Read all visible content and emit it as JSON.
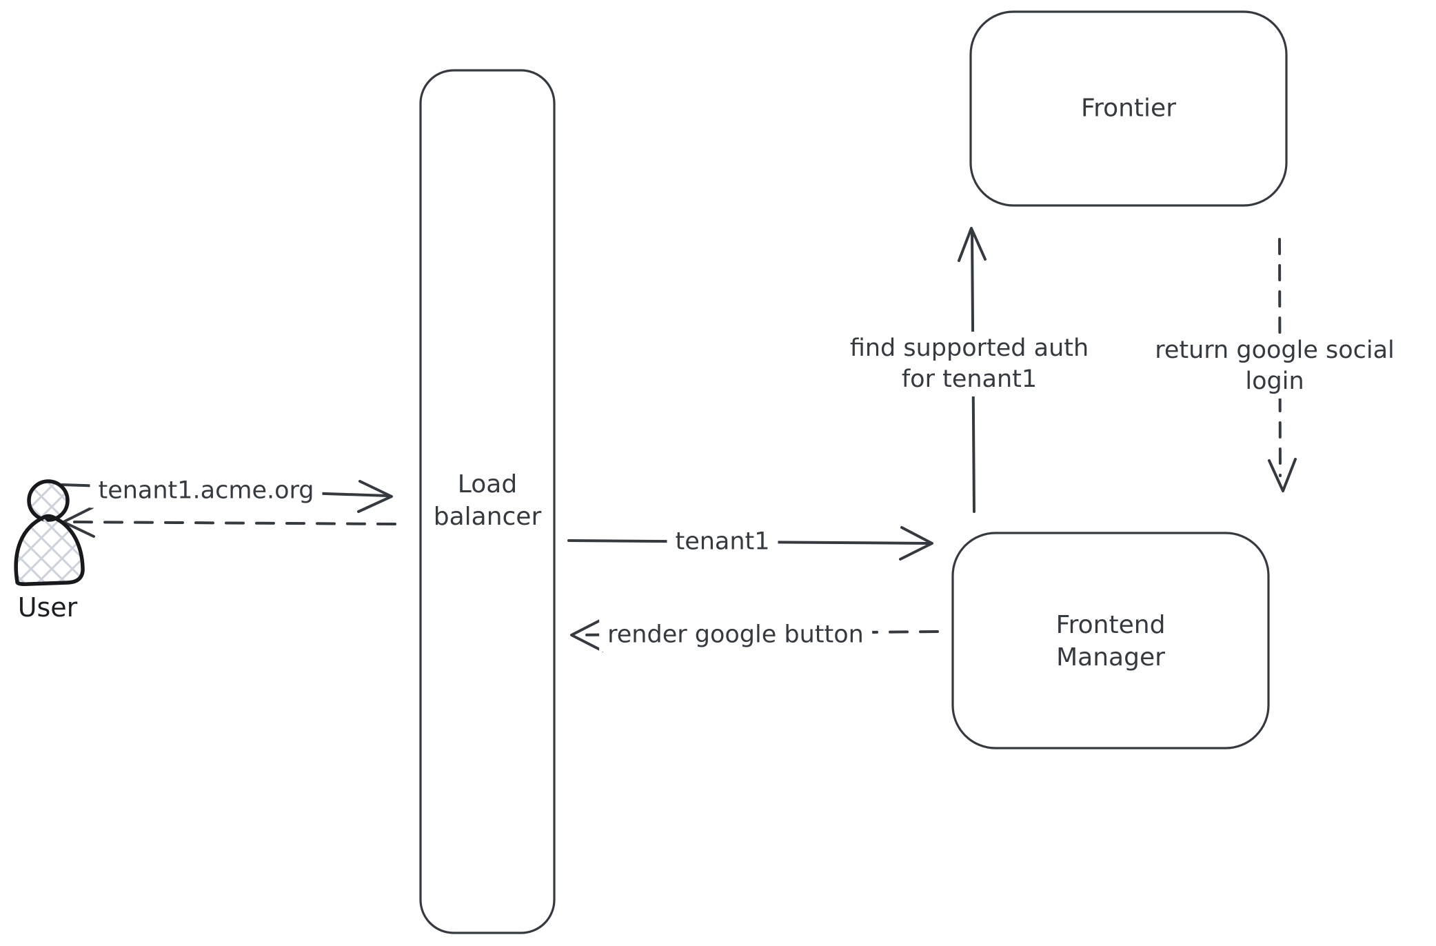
{
  "colors": {
    "stroke": "#343a40",
    "user_outline": "#17191c",
    "user_fill_hatch": "#ccd3dc",
    "background": "#ffffff"
  },
  "nodes": {
    "user": {
      "label": "User"
    },
    "load_balancer": {
      "lines": [
        "Load",
        "balancer"
      ]
    },
    "frontier": {
      "label": "Frontier"
    },
    "frontend_manager": {
      "lines": [
        "Frontend",
        "Manager"
      ]
    }
  },
  "edges": {
    "user_to_lb": {
      "label": "tenant1.acme.org",
      "style": "solid",
      "direction": "right"
    },
    "lb_to_user": {
      "label": "",
      "style": "dashed",
      "direction": "left"
    },
    "lb_to_fm": {
      "label": "tenant1",
      "style": "solid",
      "direction": "right"
    },
    "fm_to_lb": {
      "label": "render google button",
      "style": "dashed",
      "direction": "left"
    },
    "fm_to_frontier": {
      "lines": [
        "find supported auth",
        "for tenant1"
      ],
      "style": "solid",
      "direction": "up"
    },
    "frontier_to_fm": {
      "lines": [
        "return google social",
        "login"
      ],
      "style": "dashed",
      "direction": "down"
    }
  }
}
